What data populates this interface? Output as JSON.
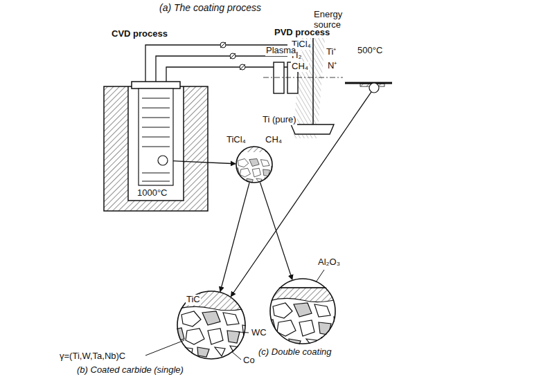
{
  "diagram": {
    "title": "(a) The coating process",
    "nodes": [
      {
        "text": [
          "CVD process",
          "TiCl₄",
          "H₂",
          "CH₄",
          "1000°C"
        ]
      },
      {
        "text": [
          "PVD process",
          "Energy source",
          "Plasma",
          "Ti⁺",
          "N⁺",
          "500°C",
          "Ti (pure)"
        ]
      },
      {
        "text": [
          "TiCl₄",
          "CH₄"
        ]
      },
      {
        "text": [
          "TiC",
          "WC",
          "Co",
          "γ=(Ti,W,Ta,Nb)C",
          "(b) Coated carbide (single)"
        ]
      },
      {
        "text": [
          "Al₂O₃",
          "(c) Double coating"
        ]
      }
    ],
    "edges": [
      {
        "from": 0,
        "to": 2,
        "arrow": "to"
      },
      {
        "from": 2,
        "to": 3,
        "arrow": "to"
      },
      {
        "from": 2,
        "to": 4,
        "arrow": "to"
      },
      {
        "from": 1,
        "to": 3,
        "arrow": "to"
      }
    ]
  }
}
